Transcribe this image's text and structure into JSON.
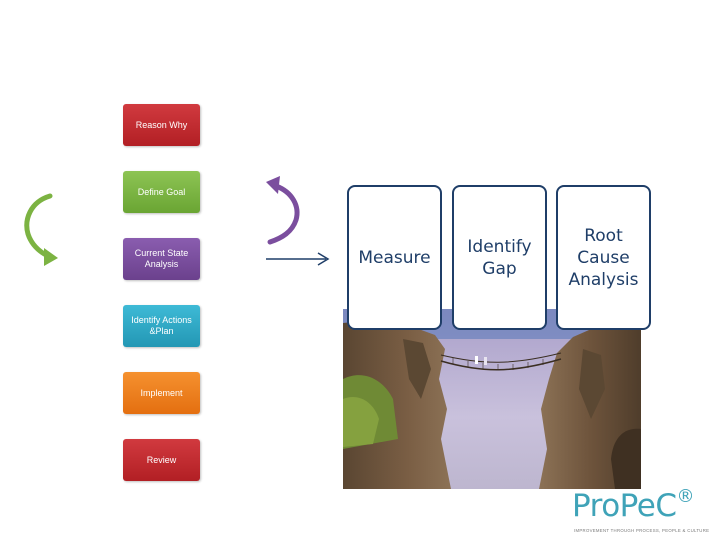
{
  "flow": {
    "steps": [
      {
        "label": "Reason Why",
        "color": "#c4262b"
      },
      {
        "label": "Define Goal",
        "color": "#7cb342"
      },
      {
        "label": "Current State Analysis",
        "color": "#7b4e9e"
      },
      {
        "label": "Identify Actions &Plan",
        "color": "#2ea9c7"
      },
      {
        "label": "Implement",
        "color": "#f07e1e"
      },
      {
        "label": "Review",
        "color": "#c4262b"
      }
    ]
  },
  "cards": [
    {
      "label": "Measure"
    },
    {
      "label": "Identify Gap"
    },
    {
      "label": "Root Cause Analysis"
    }
  ],
  "logo": {
    "brand": "ProPeC",
    "mark": "®",
    "tagline": "IMPROVEMENT THROUGH PROCESS, PEOPLE & CULTURE",
    "color": "#3fa3b8"
  },
  "colors": {
    "accent_navy": "#1f3e68",
    "loop_green": "#7cb342",
    "loop_purple": "#7b4e9e"
  }
}
